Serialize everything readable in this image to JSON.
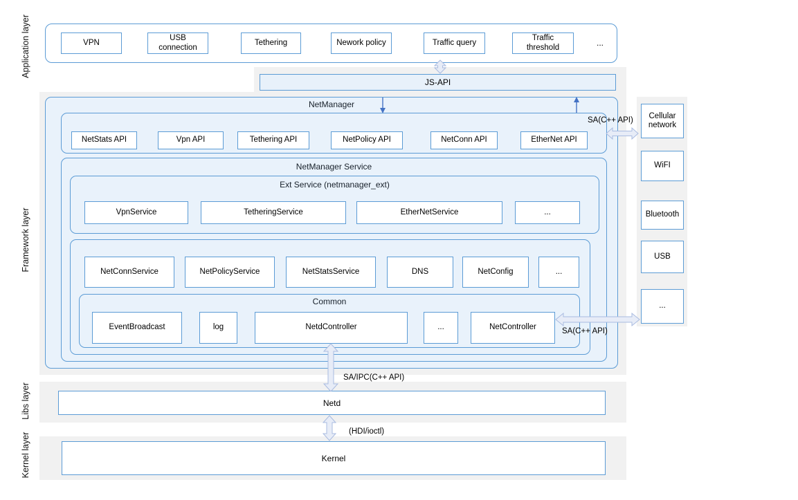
{
  "layers": {
    "application": "Application layer",
    "framework": "Framework layer",
    "libs": "Libs layer",
    "kernel": "Kernel layer"
  },
  "application_row": [
    "VPN",
    "USB connection",
    "Tethering",
    "Nework policy",
    "Traffic query",
    "Traffic threshold",
    "..."
  ],
  "js_api_label": "JS-API",
  "netmanager": {
    "title": "NetManager",
    "api_row": [
      "NetStats API",
      "Vpn API",
      "Tethering API",
      "NetPolicy API",
      "NetConn API",
      "EtherNet API"
    ],
    "service": {
      "title": "NetManager Service",
      "ext": {
        "title": "Ext Service (netmanager_ext)",
        "items": [
          "VpnService",
          "TetheringService",
          "EtherNetService",
          "..."
        ]
      },
      "core_row": [
        "NetConnService",
        "NetPolicyService",
        "NetStatsService",
        "DNS",
        "NetConfig",
        "..."
      ],
      "common": {
        "title": "Common",
        "items": [
          "EventBroadcast",
          "log",
          "NetdController",
          "...",
          "NetController"
        ]
      }
    }
  },
  "right_column": [
    "Cellular network",
    "WiFI",
    "Bluetooth",
    "USB",
    "..."
  ],
  "connector_labels": {
    "sa_top": "SA(C++ API)",
    "sa_bottom": "SA(C++ API)",
    "sa_ipc": "SA/IPC(C++ API)",
    "hdi": "(HDI/ioctl)"
  },
  "bars": {
    "netd": "Netd",
    "kernel": "Kernel"
  },
  "colors": {
    "box_border": "#5b9bd5",
    "container_fill": "#e9f2fb",
    "panel_gray": "#f1f1f1",
    "thin_arrow": "#4472c4",
    "hollow_arrow_fill": "#e7ecf7",
    "hollow_arrow_stroke": "#a9bbe0"
  }
}
